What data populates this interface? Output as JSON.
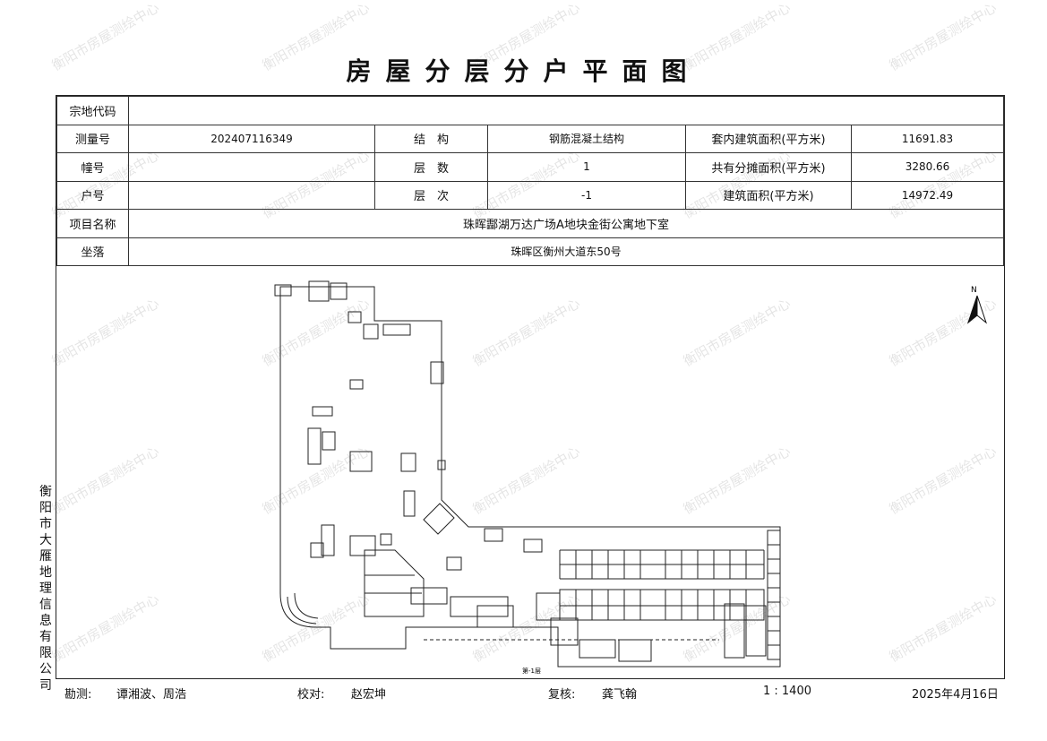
{
  "title": "房屋分层分户平面图",
  "watermark": "衡阳市房屋测绘中心",
  "company_vertical": "衡阳市大雁地理信息有限公司",
  "info": {
    "parcel_code_label": "宗地代码",
    "parcel_code_value": "",
    "survey_no_label": "测量号",
    "survey_no_value": "202407116349",
    "structure_label": "结　构",
    "structure_value": "钢筋混凝土结构",
    "inner_area_label": "套内建筑面积(平方米)",
    "inner_area_value": "11691.83",
    "building_no_label": "幢号",
    "building_no_value": "",
    "floors_label": "层　数",
    "floors_value": "1",
    "shared_area_label": "共有分摊面积(平方米)",
    "shared_area_value": "3280.66",
    "unit_no_label": "户号",
    "unit_no_value": "",
    "floor_level_label": "层　次",
    "floor_level_value": "-1",
    "build_area_label": "建筑面积(平方米)",
    "build_area_value": "14972.49",
    "project_name_label": "项目名称",
    "project_name_value": "珠晖酃湖万达广场A地块金街公寓地下室",
    "location_label": "坐落",
    "location_value": "珠晖区衡州大道东50号"
  },
  "drawing": {
    "north": "N",
    "floor_note": "第-1层"
  },
  "footer": {
    "surveyor_label": "勘测:",
    "surveyor_value": "谭湘波、周浩",
    "checker_label": "校对:",
    "checker_value": "赵宏坤",
    "reviewer_label": "复核:",
    "reviewer_value": "龚飞翰",
    "scale": "1 : 1400",
    "date": "2025年4月16日"
  }
}
